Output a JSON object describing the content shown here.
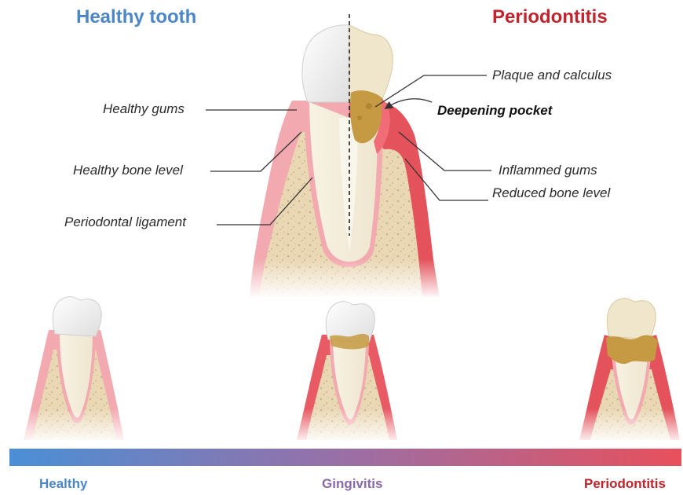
{
  "colors": {
    "healthy_blue": "#4a86c8",
    "gingivitis_purple": "#8a6aa8",
    "periodontitis_red": "#c0242c",
    "gum_pink": "#f1a5ac",
    "gum_inflamed": "#e0505a",
    "bone": "#ead8b5",
    "plaque": "#c8a24a"
  },
  "titles": {
    "left": "Healthy tooth",
    "right": "Periodontitis"
  },
  "labels": {
    "healthy_gums": "Healthy gums",
    "healthy_bone_level": "Healthy bone level",
    "periodontal_ligament": "Periodontal ligament",
    "plaque_and_calculus": "Plaque and calculus",
    "deepening_pocket": "Deepening pocket",
    "inflammed_gums": "Inflammed gums",
    "reduced_bone_level": "Reduced bone level"
  },
  "stages": [
    {
      "label": "Healthy"
    },
    {
      "label": "Gingivitis"
    },
    {
      "label": "Periodontitis"
    }
  ]
}
